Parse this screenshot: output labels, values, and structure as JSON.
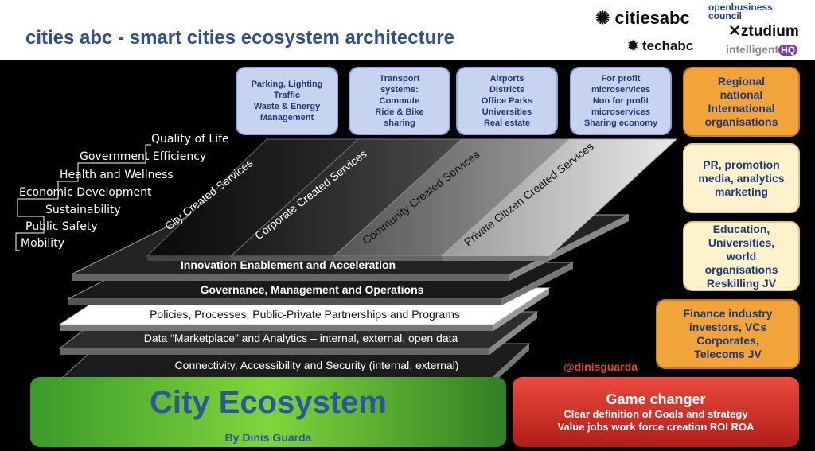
{
  "header": {
    "title": "cities abc - smart cities ecosystem architecture",
    "logos": {
      "citiesabc": "citiesabc",
      "techabc": "techabc",
      "obc_line1": "openbusiness",
      "obc_line2": "council",
      "ztudium": "ztudium",
      "ihq_word": "intelligent",
      "ihq_badge": "HQ"
    }
  },
  "left_labels": [
    "Quality of Life",
    "Government Efficiency",
    "Health and Wellness",
    "Economic Development",
    "Sustainability",
    "Public Safety",
    "Mobility"
  ],
  "top_boxes": [
    "Parking, Lighting\nTraffic\nWaste & Energy\nManagement",
    "Transport\nsystems:\nCommute\nRide & Bike\nsharing",
    "Airports\nDistricts\nOffice Parks\nUniversities\nReal estate",
    "For profit\nmicroservices\nNon for profit\nmicroservices\nSharing economy"
  ],
  "right_boxes": [
    "Regional\nnational\nInternational\norganisations",
    "PR, promotion\nmedia, analytics\nmarketing",
    "Education,\nUniversities,\nworld\norganisations\nReskilling JV",
    "Finance industry\ninvestors, VCs\nCorporates,\nTelecoms JV"
  ],
  "service_planes": [
    "City Created Services",
    "Corporate Created Services",
    "Community Created Services",
    "Private Citizen Created Services"
  ],
  "layers": [
    "Innovation Enablement and Acceleration",
    "Governance, Management and Operations",
    "Policies, Processes, Public-Private Partnerships and Programs",
    "Data “Marketplace” and Analytics – internal, external, open data",
    "Connectivity, Accessibility and Security (internal, external)"
  ],
  "handle": "@dinisguarda",
  "city_ecosystem": {
    "title": "City Ecosystem",
    "byline": "By Dinis Guarda"
  },
  "game_changer": {
    "title": "Game changer",
    "line1": "Clear definition of Goals and strategy",
    "line2": "Value jobs work force creation ROI ROA"
  },
  "colors": {
    "title_blue": "#2f4f8f",
    "top_box_fill": "#c6d4f0",
    "orange_box": "#f2a33a",
    "cream_box": "#fdf2cc",
    "handle_red": "#e8473c",
    "green_box": "#5cb82e",
    "red_box": "#d23a2e"
  }
}
